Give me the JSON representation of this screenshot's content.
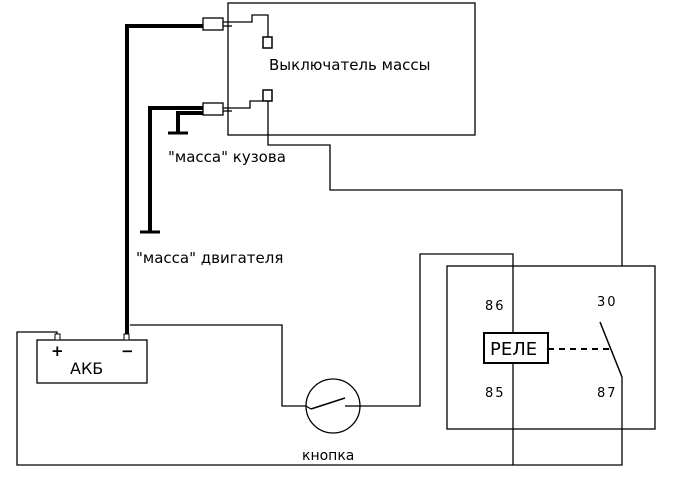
{
  "labels": {
    "switch": "Выключатель массы",
    "body_ground": "\"масса\" кузова",
    "engine_ground": "\"масса\" двигателя",
    "battery": "АКБ",
    "battery_plus": "+",
    "battery_minus": "−",
    "relay": "РЕЛЕ",
    "pin_86": "86",
    "pin_85": "85",
    "pin_30": "30",
    "pin_87": "87",
    "button": "кнопка"
  }
}
